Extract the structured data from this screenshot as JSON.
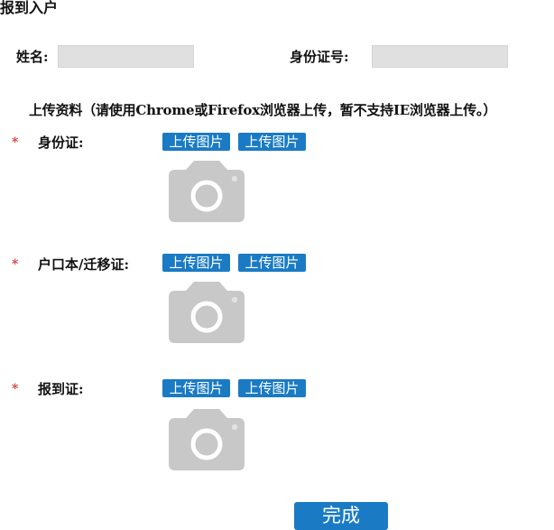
{
  "page": {
    "title": "报到入户"
  },
  "form": {
    "name_label": "姓名:",
    "name_value": "",
    "id_label": "身份证号:",
    "id_value": ""
  },
  "upload": {
    "note": "上传资料（请使用Chrome或Firefox浏览器上传，暂不支持IE浏览器上传。）",
    "required_mark": "*",
    "button_label": "上传图片",
    "rows": [
      {
        "label": "身份证:",
        "buttons": [
          "上传图片",
          "上传图片"
        ],
        "placeholder_icon": "camera-icon"
      },
      {
        "label": "户口本/迁移证:",
        "buttons": [
          "上传图片",
          "上传图片"
        ],
        "placeholder_icon": "camera-icon"
      },
      {
        "label": "报到证:",
        "buttons": [
          "上传图片",
          "上传图片"
        ],
        "placeholder_icon": "camera-icon"
      }
    ]
  },
  "actions": {
    "done_label": "完成"
  },
  "colors": {
    "accent": "#1a7bc4",
    "required": "#d33a3a",
    "input_bg": "#e0e0e0",
    "placeholder_icon": "#c8c8c8"
  }
}
